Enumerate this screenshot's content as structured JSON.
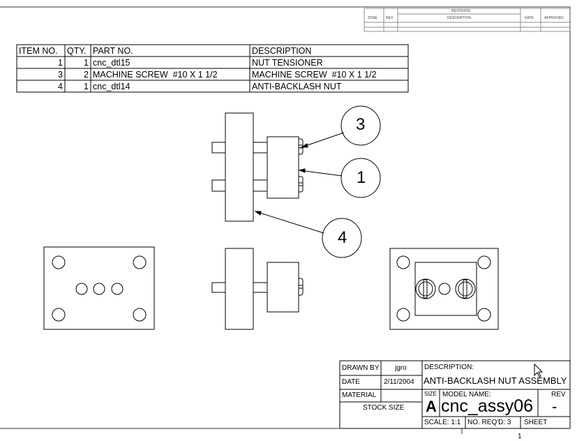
{
  "revisions": {
    "title": "REVISIONS",
    "columns": [
      "ZONE",
      "REV.",
      "DESCRIPTION",
      "DATE",
      "APPROVED"
    ]
  },
  "bom": {
    "headers": [
      "ITEM NO.",
      "QTY.",
      "PART NO.",
      "DESCRIPTION"
    ],
    "rows": [
      {
        "item": "1",
        "qty": "1",
        "part": "cnc_dtl15",
        "desc": "NUT TENSIONER"
      },
      {
        "item": "3",
        "qty": "2",
        "part": "MACHINE SCREW  #10 X 1 1/2",
        "desc": "MACHINE SCREW  #10 X 1 1/2"
      },
      {
        "item": "4",
        "qty": "1",
        "part": "cnc_dtl14",
        "desc": "ANTI-BACKLASH NUT"
      }
    ]
  },
  "balloons": [
    "3",
    "1",
    "4"
  ],
  "title_block": {
    "drawn_by_label": "DRAWN BY",
    "drawn_by": "jgro",
    "date_label": "DATE",
    "date": "2/11/2004",
    "material_label": "MATERIAL",
    "material": "",
    "stock_size_label": "STOCK SIZE",
    "description_label": "DESCRIPTION:",
    "description": "ANTI-BACKLASH NUT ASSEMBLY",
    "size_label": "SIZE",
    "size": "A",
    "model_name_label": "MODEL NAME:",
    "model_name": "cnc_assy06",
    "rev_label": "REV",
    "rev": "-",
    "scale": "SCALE: 1:1",
    "no_reqd": "NO. REQ'D: 3",
    "sheet_label": "SHEET",
    "sheet": "1"
  }
}
